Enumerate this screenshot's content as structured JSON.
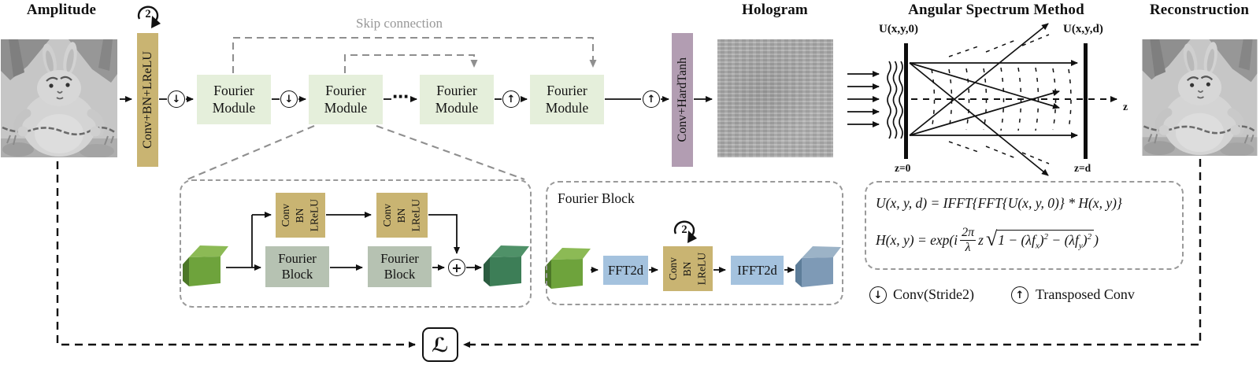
{
  "titles": {
    "amplitude": "Amplitude",
    "hologram": "Hologram",
    "asm": "Angular Spectrum Method",
    "reconstruction": "Reconstruction"
  },
  "icons": {
    "downsample": "↓",
    "upsample": "↑",
    "add": "+",
    "ellipsis": "⋯"
  },
  "network": {
    "repeat_count": "2",
    "input_block": "Conv+BN+LReLU",
    "skip_label": "Skip connection",
    "modules": [
      {
        "label": "Fourier Module"
      },
      {
        "label": "Fourier Module"
      },
      {
        "label": "Fourier Module"
      },
      {
        "label": "Fourier Module"
      }
    ],
    "output_block": "Conv+HardTanh"
  },
  "asm_diagram": {
    "u_in": "U(x,y,0)",
    "u_out": "U(x,y,d)",
    "z_in": "z=0",
    "z_out": "z=d",
    "z_axis": "z"
  },
  "module_detail": {
    "conv1": "Conv\nBN\nLReLU",
    "conv2": "Conv\nBN\nLReLU",
    "block1": "Fourier Block",
    "block2": "Fourier Block"
  },
  "fourier_block_detail": {
    "title": "Fourier Block",
    "fft": "FFT2d",
    "conv": "Conv\nBN\nLReLU",
    "repeat_count": "2",
    "ifft": "IFFT2d"
  },
  "equations": {
    "eq1": "U(x, y, d) = IFFT{FFT{U(x, y, 0)} * H(x, y)}",
    "eq2": {
      "pre": "H(x, y) = exp(i",
      "num": "2π",
      "den": "λ",
      "z": "z",
      "rad_a": "1 − (λf",
      "rad_b": "x",
      "rad_c": ")",
      "rad_d": "2",
      "rad_e": " − (λf",
      "rad_f": "y",
      "rad_g": ")",
      "rad_h": "2",
      "post": ")"
    }
  },
  "legend": {
    "down_label": "Conv(Stride2)",
    "up_label": "Transposed Conv"
  },
  "loss": {
    "symbol": "ℒ"
  },
  "colors": {
    "module_green": "#e5efdb",
    "conv_tan": "#c9b472",
    "hardtanh_mauve": "#b29db2",
    "block_sage": "#b6c2b2",
    "fft_blue": "#a4c2de",
    "skip_gray": "#979797"
  }
}
